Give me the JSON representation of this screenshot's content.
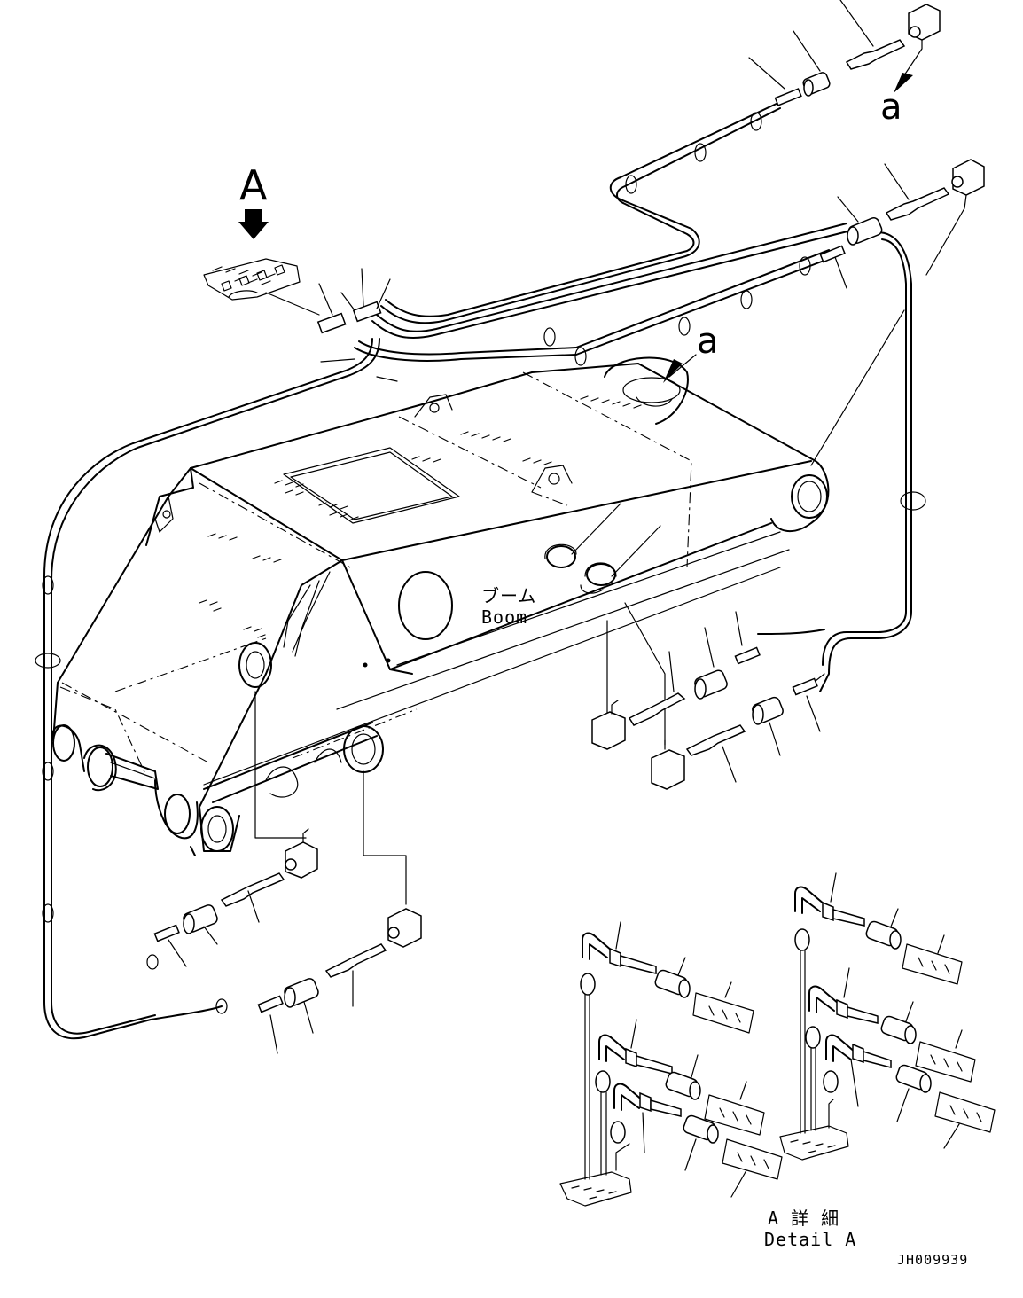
{
  "labels": {
    "view_a": "A",
    "point_a_top": "a",
    "point_a_boom": "a",
    "boom_jp": "ブーム",
    "boom_en": "Boom",
    "detail_jp": "A 詳 細",
    "detail_en": "Detail A",
    "drawing_code": "JH009939"
  }
}
